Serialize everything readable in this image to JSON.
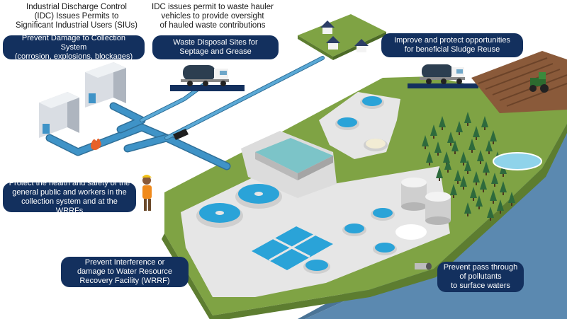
{
  "labels": {
    "idc_permits": "Industrial Discharge Control\n(IDC) Issues Permits to\nSignificant Industrial Users (SIUs)",
    "hauler_permits": "IDC issues permit to waste hauler\nvehicles to provide oversight\nof hauled waste contributions"
  },
  "callouts": {
    "prevent_damage": "Prevent Damage to Collection System\n(corrosion, explosions, blockages)",
    "waste_disposal": "Waste Disposal Sites for\nSeptage and Grease",
    "sludge_reuse": "Improve and protect opportunities\nfor beneficial Sludge Reuse",
    "health_safety": "Protect the health and safety of the\ngeneral public and workers in the\ncollection system and at the WRRFs",
    "prevent_interference": "Prevent Interference or\ndamage to Water Resource\nRecovery Facility (WRRF)",
    "pass_through": "Prevent pass through\nof pollutants\nto surface waters"
  },
  "colors": {
    "callout_bg": "#13305e",
    "callout_text": "#ffffff",
    "grass": "#7fa344",
    "grass_edge": "#5d7d30",
    "concrete": "#e6e6e6",
    "water": "#2aa3d8",
    "pipe": "#3f93c7",
    "sea": "#5b89b0",
    "field": "#8a5a3a",
    "tree": "#2e6a3c"
  }
}
